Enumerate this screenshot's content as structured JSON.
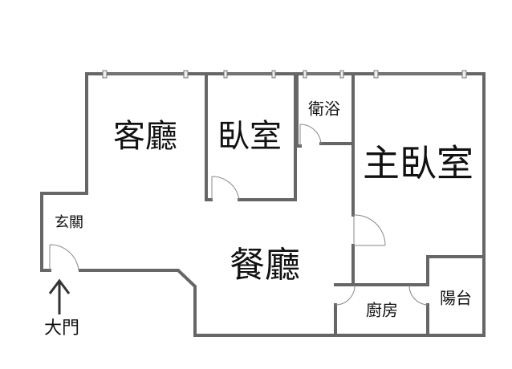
{
  "rooms": {
    "living_room": "客廳",
    "bedroom": "臥室",
    "bathroom": "衛浴",
    "master_bedroom": "主臥室",
    "foyer": "玄關",
    "dining_room": "餐廳",
    "kitchen": "廚房",
    "balcony": "陽台"
  },
  "entrance": {
    "label": "大門",
    "icon": "arrow-up-icon"
  },
  "colors": {
    "wall": "#666666",
    "text": "#111111"
  }
}
